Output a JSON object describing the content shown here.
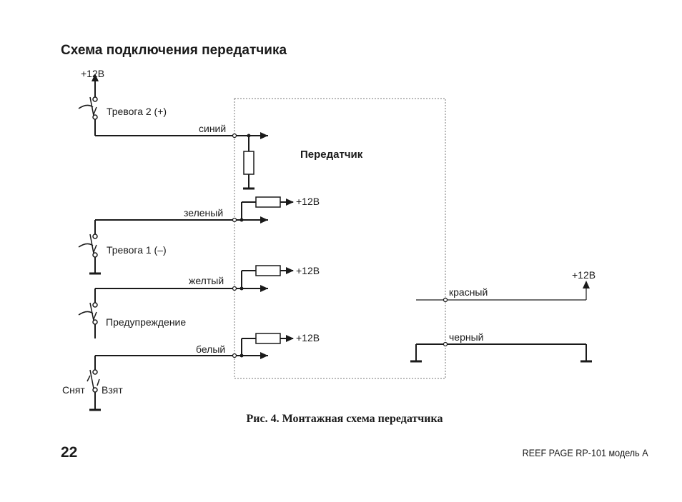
{
  "heading": "Схема подключения передатчика",
  "device": "Передатчик",
  "supply": "+12В",
  "switches": {
    "alarm2": "Тревога 2 (+)",
    "alarm1": "Тревога 1 (–)",
    "warning": "Предупреждение",
    "disarmed": "Снят",
    "armed": "Взят"
  },
  "wires": {
    "blue": "синий",
    "green": "зеленый",
    "yellow": "желтый",
    "white": "белый",
    "red": "красный",
    "black": "черный"
  },
  "caption": "Рис. 4. Монтажная схема передатчика",
  "page_number": "22",
  "footer": "REEF PAGE RP-101 модель А"
}
